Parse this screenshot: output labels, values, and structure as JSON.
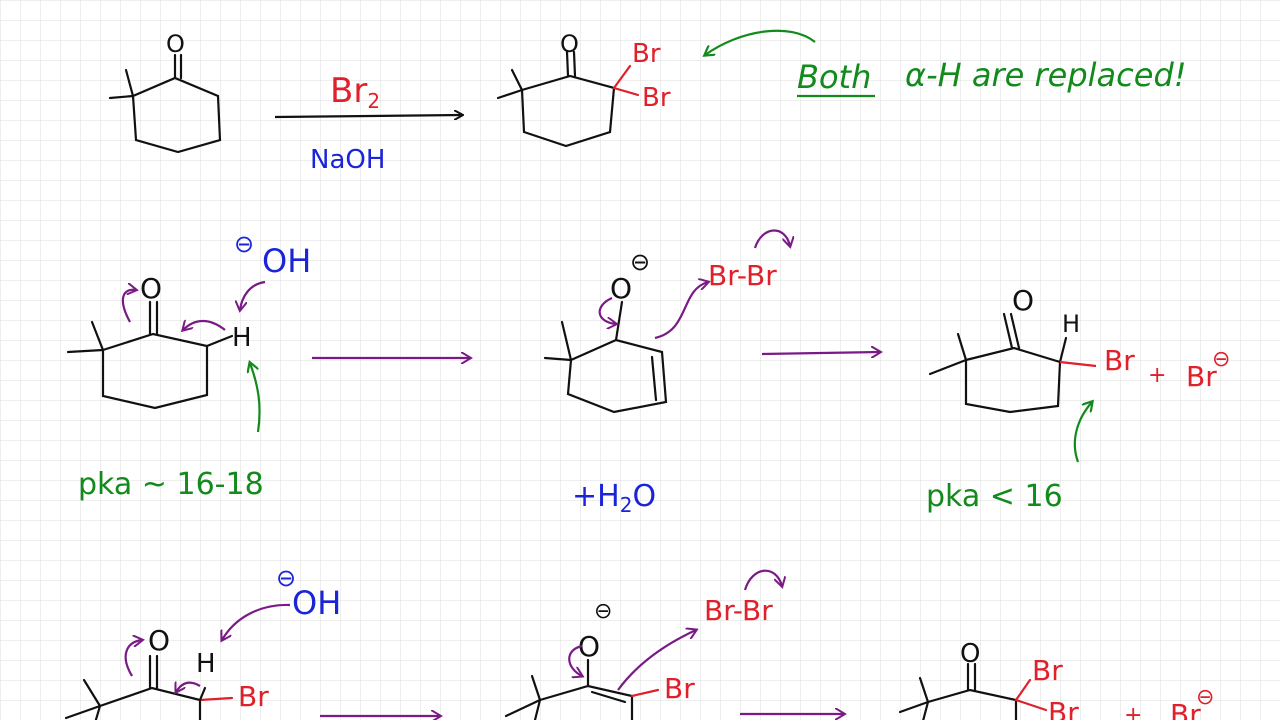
{
  "colors": {
    "black": "#111111",
    "red": "#e0202a",
    "blue": "#1a24d8",
    "green": "#128a1c",
    "purple": "#7a1a86",
    "grid": "#d9d9d9"
  },
  "row1": {
    "reagent_top": "Br",
    "reagent_top_sub": "2",
    "reagent_bottom": "NaOH",
    "product_oxygen": "O",
    "start_oxygen": "O",
    "product_br_top": "Br",
    "product_br_bottom": "Br",
    "note_word1": "Both",
    "note_rest": "α-H are replaced!"
  },
  "row2": {
    "oxygen": "O",
    "hydroxide_charge": "⊖",
    "hydroxide": "OH",
    "alpha_h": "H",
    "pka_left": "pka ~ 16-18",
    "enolate_oxygen": "O",
    "enolate_charge": "⊖",
    "br_br": "Br-Br",
    "water": "+H",
    "water_sub": "2",
    "water_end": "O",
    "product_oxygen": "O",
    "product_h": "H",
    "product_br": "Br",
    "plus": "+",
    "bromide": "Br",
    "bromide_charge": "⊖",
    "pka_right": "pka < 16"
  },
  "row3": {
    "oxygen": "O",
    "hydroxide_charge": "⊖",
    "hydroxide": "OH",
    "alpha_h": "H",
    "br": "Br",
    "enolate_oxygen": "O",
    "enolate_charge": "⊖",
    "br_br": "Br-Br",
    "enolate_br": "Br",
    "product_oxygen": "O",
    "product_br_top": "Br",
    "product_br_bottom": "Br",
    "plus": "+",
    "bromide": "Br",
    "bromide_charge": "⊖"
  }
}
